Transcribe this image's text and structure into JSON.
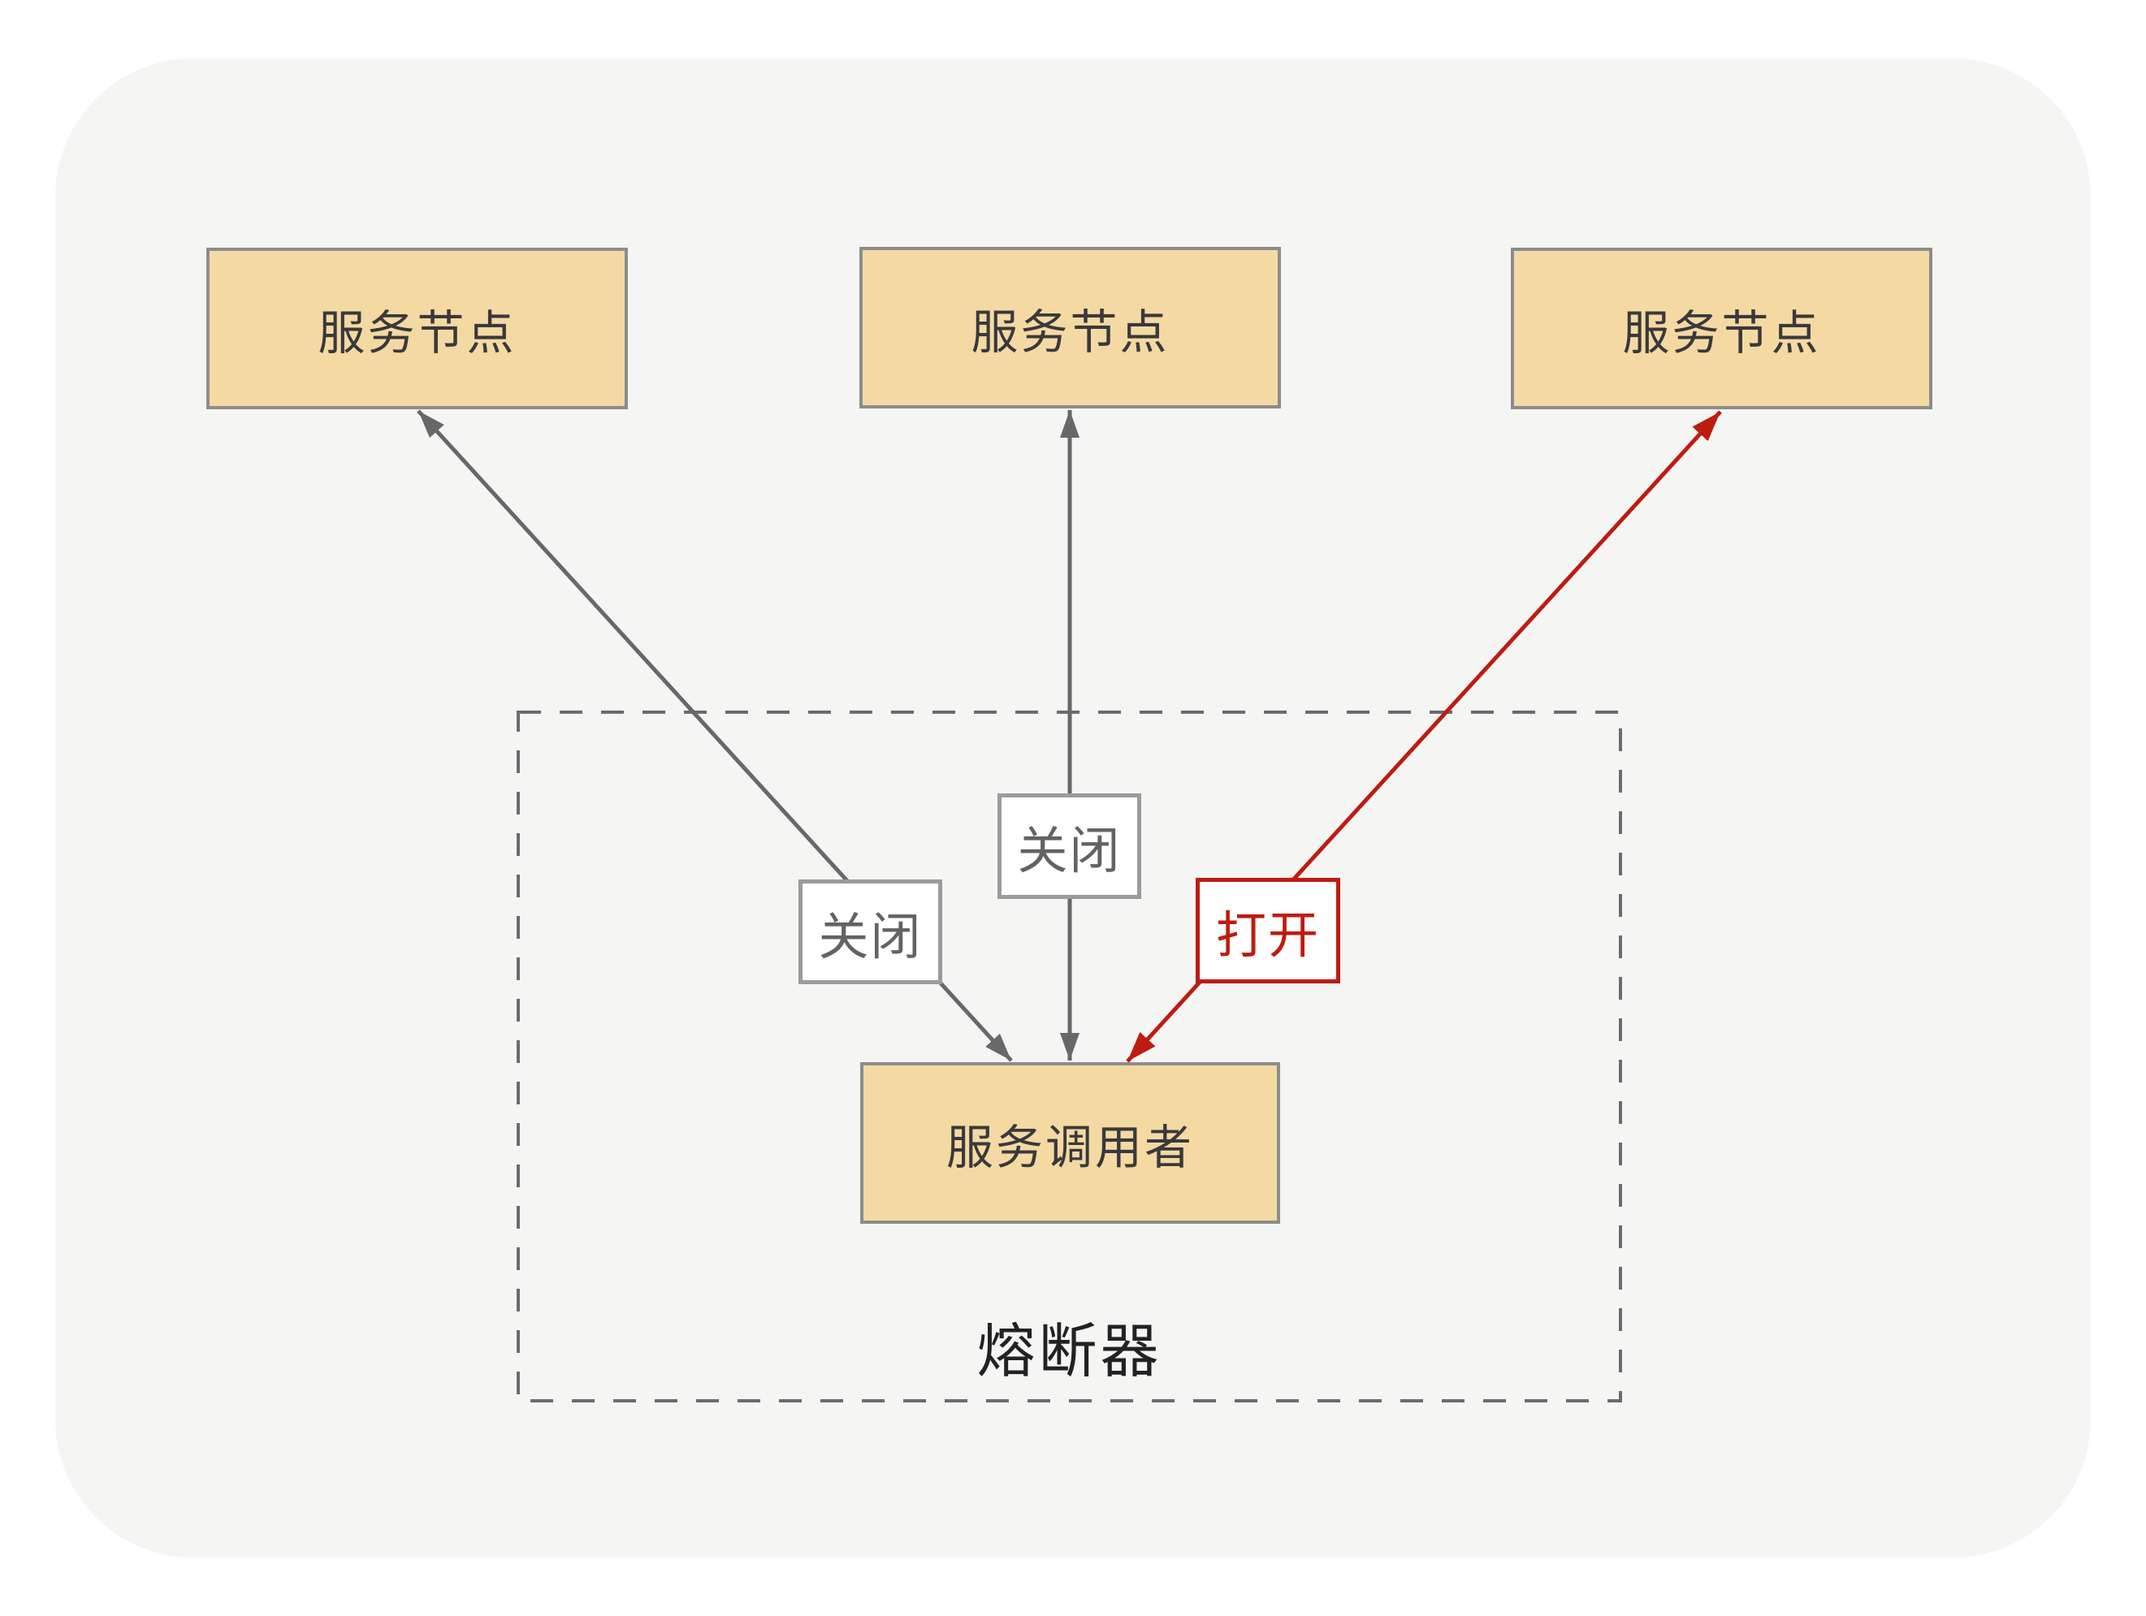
{
  "diagram": {
    "nodes": {
      "service_node_1": "服务节点",
      "service_node_2": "服务节点",
      "service_node_3": "服务节点",
      "caller": "服务调用者"
    },
    "links": {
      "left_state": "关闭",
      "middle_state": "关闭",
      "right_state": "打开"
    },
    "container_label": "熔断器",
    "colors": {
      "node_fill": "#F4D9A3",
      "node_border": "#8C8C8C",
      "node_text": "#39393B",
      "line_gray": "#68686A",
      "line_red": "#BE1C10",
      "label_border_gray": "#9B9B9B",
      "label_text_gray": "#636366",
      "dashed_border": "#6C6C6E",
      "panel_bg": "#F5F5F3",
      "breaker_text": "#222222"
    }
  }
}
